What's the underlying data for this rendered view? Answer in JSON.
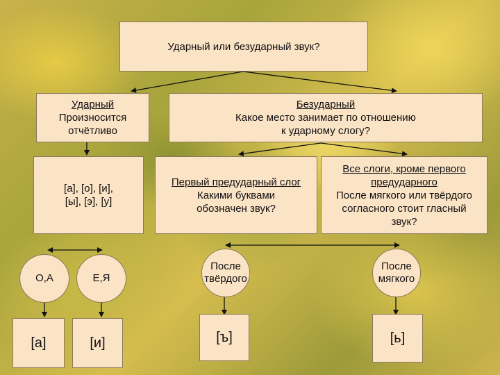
{
  "root": {
    "text": "Ударный или безударный звук?"
  },
  "stressed": {
    "title": "Ударный",
    "line1": "Произносится",
    "line2": "отчётливо",
    "sounds_line1": "[а], [о], [и],",
    "sounds_line2": "[ы], [э], [у]"
  },
  "unstressed": {
    "title": "Безударный",
    "line1": "Какое место занимает по отношению",
    "line2": "к ударному слогу?"
  },
  "first_pre": {
    "title": "Первый предударный слог",
    "line1": "Какими буквами",
    "line2": "обозначен звук?"
  },
  "all_other": {
    "title_line1": "Все слоги, кроме первого",
    "title_line2": "предударного",
    "line1": "После мягкого или твёрдого",
    "line2": "согласного стоит гласный",
    "line3": "звук?"
  },
  "circles": {
    "oa": "О,А",
    "eya": "Е,Я",
    "hard_line1": "После",
    "hard_line2": "твёрдого",
    "soft_line1": "После",
    "soft_line2": "мягкого"
  },
  "results": {
    "a": "[а]",
    "i": "[и]",
    "hard": "[ъ]",
    "soft": "[ь]"
  }
}
